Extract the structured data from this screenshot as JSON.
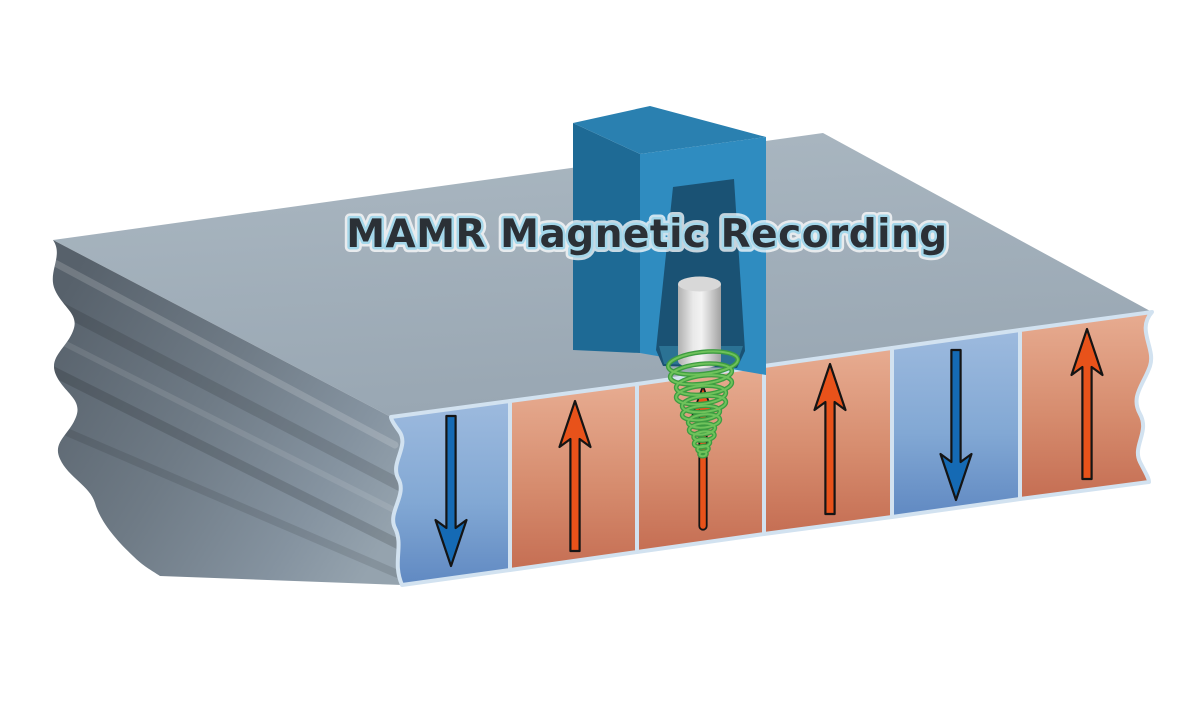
{
  "title": "MAMR Magnetic Recording",
  "diagram": {
    "type": "technical-illustration",
    "subject": "microwave-assisted magnetic recording write head over a broken-out section of recording medium",
    "bits": [
      {
        "index": 1,
        "magnetization": "down",
        "cell_color": "blue"
      },
      {
        "index": 2,
        "magnetization": "up",
        "cell_color": "orange"
      },
      {
        "index": 3,
        "magnetization": "up",
        "cell_color": "orange",
        "being_written": true,
        "microwave_field": true
      },
      {
        "index": 4,
        "magnetization": "up",
        "cell_color": "orange"
      },
      {
        "index": 5,
        "magnetization": "down",
        "cell_color": "blue"
      },
      {
        "index": 6,
        "magnetization": "up",
        "cell_color": "orange"
      }
    ]
  },
  "colors": {
    "background": "#ffffff",
    "platter_top": "#a6b3be",
    "platter_side_dark": "#59636d",
    "platter_side_light": "#95a3ae",
    "cell_blue_top": "#9dbade",
    "cell_blue_bottom": "#6089c2",
    "cell_orange_top": "#e7ac91",
    "cell_orange_bottom": "#c56e53",
    "cell_outline": "#d2e2f0",
    "arrow_up": "#e8521a",
    "arrow_down": "#156ab4",
    "arrow_outline": "#141414",
    "head_front": "#2f8cc0",
    "head_left": "#1e6a95",
    "head_top": "#2a80b0",
    "head_gap": "#1a5274",
    "head_gap_floor": "#2b7294",
    "oscillator_gray": "#d8d8d8",
    "microwave_green_dark": "#3d9c41",
    "microwave_green_light": "#6fc25b",
    "title_fill": "#2b3036",
    "title_outline": "#a4d7ea"
  }
}
